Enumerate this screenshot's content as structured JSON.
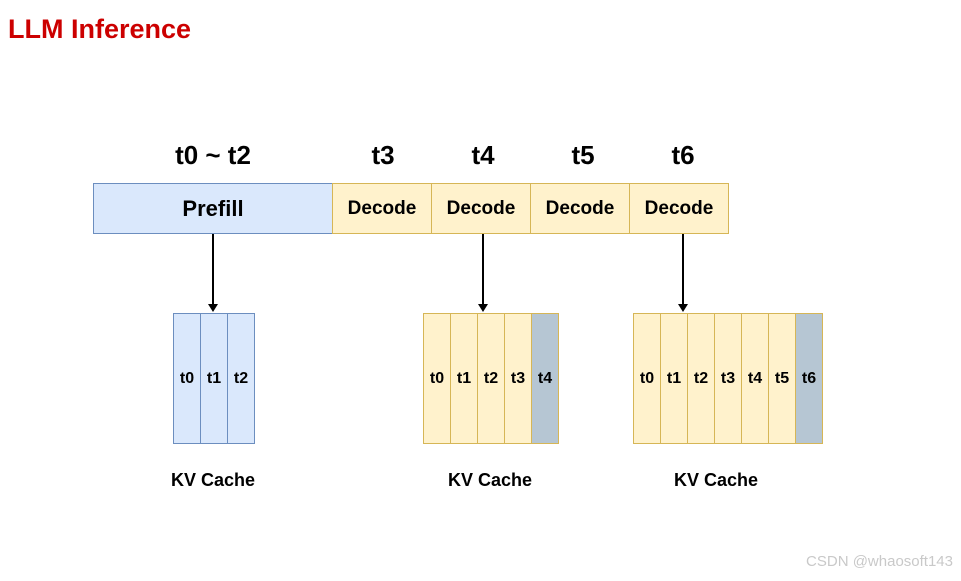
{
  "title": "LLM Inference",
  "colors": {
    "title_red": "#cc0000",
    "prefill_fill": "#dae8fc",
    "prefill_border": "#6c8ebf",
    "decode_fill": "#fff2cc",
    "decode_border": "#d6b656",
    "new_token_cell_fill": "#b6c6d3",
    "arrow": "#000000",
    "watermark_gray": "#c9c9c9"
  },
  "timeline": {
    "time_labels": [
      "t0 ~ t2",
      "t3",
      "t4",
      "t5",
      "t6"
    ],
    "blocks": [
      {
        "label": "Prefill",
        "type": "prefill"
      },
      {
        "label": "Decode",
        "type": "decode"
      },
      {
        "label": "Decode",
        "type": "decode"
      },
      {
        "label": "Decode",
        "type": "decode"
      },
      {
        "label": "Decode",
        "type": "decode"
      }
    ]
  },
  "caches": [
    {
      "caption": "KV Cache",
      "style": "blue",
      "cells": [
        {
          "label": "t0",
          "state": "cached"
        },
        {
          "label": "t1",
          "state": "cached"
        },
        {
          "label": "t2",
          "state": "cached"
        }
      ]
    },
    {
      "caption": "KV Cache",
      "style": "yellow",
      "cells": [
        {
          "label": "t0",
          "state": "cached"
        },
        {
          "label": "t1",
          "state": "cached"
        },
        {
          "label": "t2",
          "state": "cached"
        },
        {
          "label": "t3",
          "state": "cached"
        },
        {
          "label": "t4",
          "state": "new"
        }
      ]
    },
    {
      "caption": "KV Cache",
      "style": "yellow",
      "cells": [
        {
          "label": "t0",
          "state": "cached"
        },
        {
          "label": "t1",
          "state": "cached"
        },
        {
          "label": "t2",
          "state": "cached"
        },
        {
          "label": "t3",
          "state": "cached"
        },
        {
          "label": "t4",
          "state": "cached"
        },
        {
          "label": "t5",
          "state": "cached"
        },
        {
          "label": "t6",
          "state": "new"
        }
      ]
    }
  ],
  "watermark": "CSDN @whaosoft143"
}
